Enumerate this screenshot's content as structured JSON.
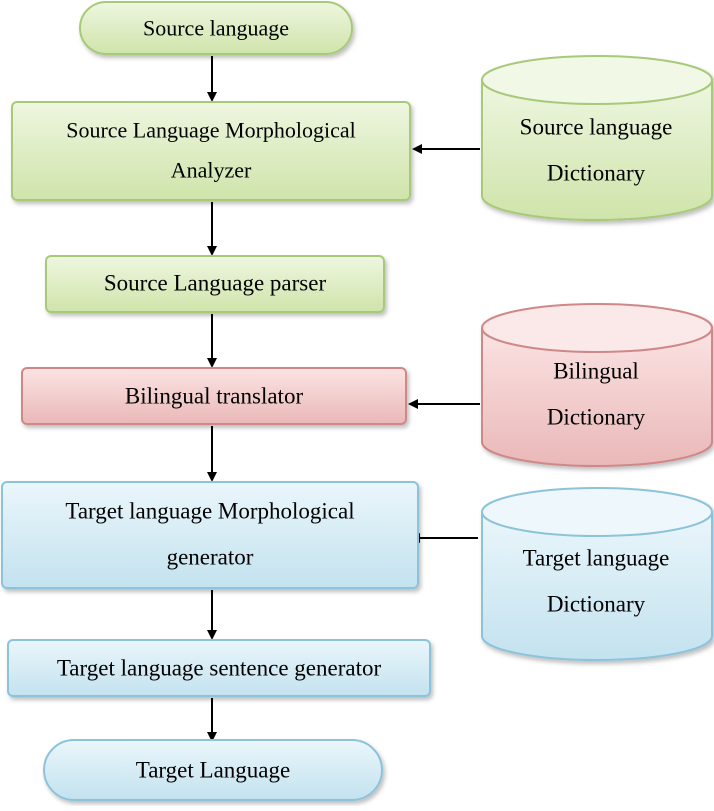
{
  "colors": {
    "green_fill": "#d7e9b8",
    "green_stroke": "#a8c97a",
    "red_fill": "#f1c6c6",
    "red_stroke": "#cf8888",
    "blue_fill": "#cfe8f2",
    "blue_stroke": "#8cc3da",
    "arrow": "#000000"
  },
  "flow": {
    "source_language": "Source language",
    "morph_analyzer": {
      "line1": "Source Language Morphological",
      "line2": "Analyzer"
    },
    "parser": "Source Language parser",
    "bilingual_translator": "Bilingual translator",
    "morph_generator": {
      "line1": "Target language Morphological",
      "line2": "generator"
    },
    "sentence_generator": "Target language sentence generator",
    "target_language": "Target Language"
  },
  "dictionaries": {
    "source": {
      "line1": "Source language",
      "line2": "Dictionary"
    },
    "bilingual": {
      "line1": "Bilingual",
      "line2": "Dictionary"
    },
    "target": {
      "line1": "Target language",
      "line2": "Dictionary"
    }
  }
}
